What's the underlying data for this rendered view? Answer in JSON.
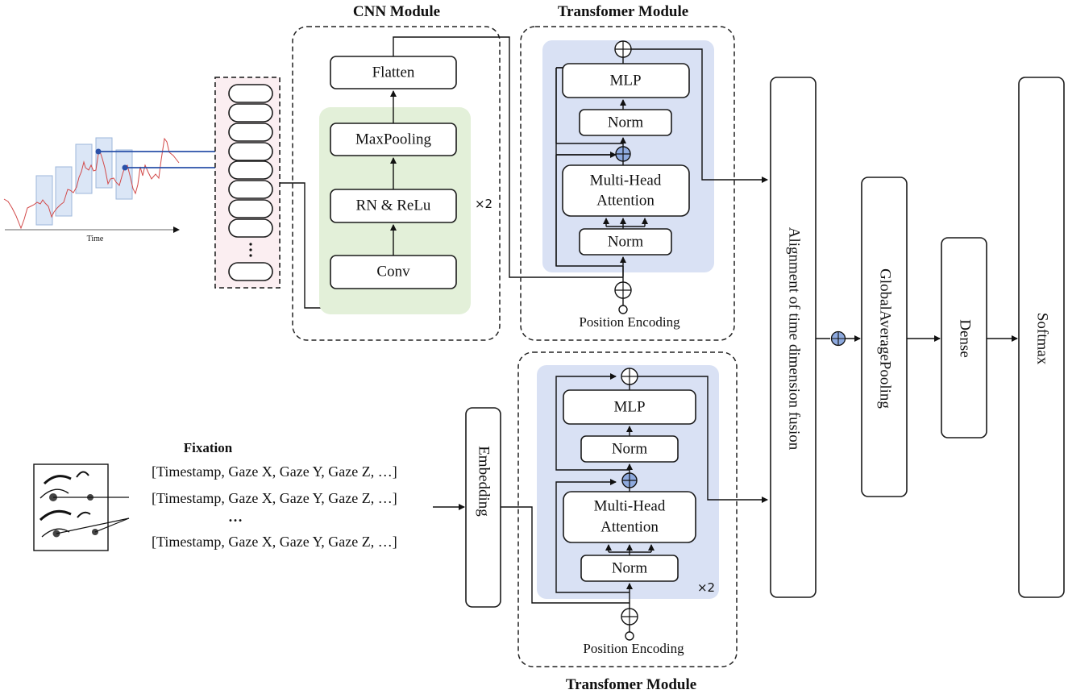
{
  "colors": {
    "cnn_fill": "#e3f0d9",
    "transformer_fill": "#d9e1f4",
    "sequence_fill": "#fbeef1",
    "add_node_blue": "#8eaadf",
    "signal_red": "#d24a4a",
    "window_blue": "#9db7db",
    "arrow_blue": "#2a50a8"
  },
  "signal": {
    "x_label": "Time"
  },
  "cnn_module": {
    "title": "CNN Module",
    "blocks": [
      "Flatten",
      "MaxPooling",
      "RN & ReLu",
      "Conv"
    ],
    "repeat_label": "×2"
  },
  "transformer_top": {
    "title": "Transfomer Module",
    "blocks": {
      "mlp": "MLP",
      "norm_upper": "Norm",
      "attention_line1": "Multi-Head",
      "attention_line2": "Attention",
      "norm_lower": "Norm"
    },
    "position_encoding": "Position Encoding"
  },
  "transformer_bottom": {
    "title": "Transfomer Module",
    "blocks": {
      "mlp": "MLP",
      "norm_upper": "Norm",
      "attention_line1": "Multi-Head",
      "attention_line2": "Attention",
      "norm_lower": "Norm"
    },
    "repeat_label": "×2",
    "position_encoding": "Position Encoding"
  },
  "fixation": {
    "title": "Fixation",
    "rows": [
      "[Timestamp, Gaze X, Gaze Y, Gaze Z, …]",
      "[Timestamp, Gaze X, Gaze Y, Gaze Z, …]",
      "…",
      "[Timestamp, Gaze X, Gaze Y, Gaze Z, …]"
    ]
  },
  "embedding": {
    "label": "Embedding"
  },
  "fusion": {
    "label": "Alignment of time dimension fusion"
  },
  "pooling": {
    "label": "GlobalAveragePooling"
  },
  "dense": {
    "label": "Dense"
  },
  "softmax": {
    "label": "Softmax"
  }
}
